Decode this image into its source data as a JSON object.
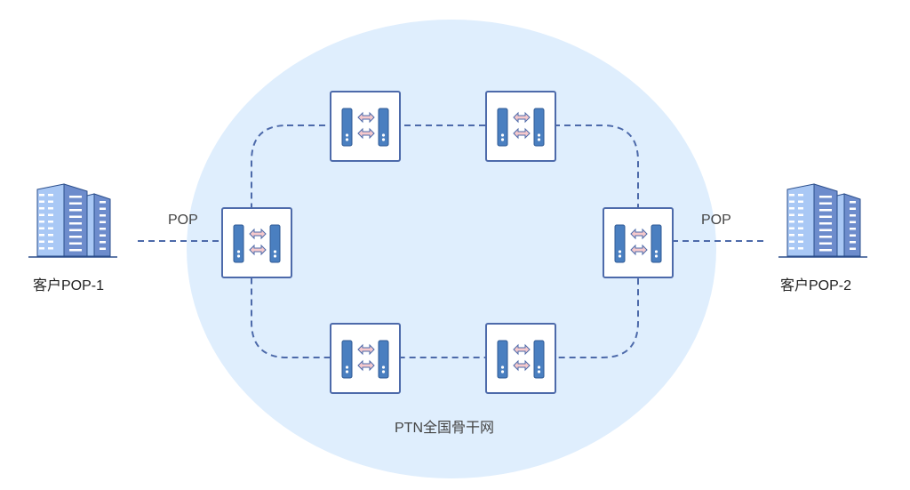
{
  "title": "PTN全国骨干网",
  "customers": [
    {
      "label": "客户POP-1",
      "link_label": "POP"
    },
    {
      "label": "客户POP-2",
      "link_label": "POP"
    }
  ],
  "nodes": [
    "top-left",
    "top-right",
    "left",
    "right",
    "bottom-left",
    "bottom-right"
  ],
  "icons": {
    "node": "ptn-switch-icon",
    "customer": "building-icon"
  },
  "colors": {
    "cloud": "#dfeefd",
    "line": "#4d6aaa",
    "device": "#4a7fc0",
    "arrow_fill": "#f6c9cc"
  }
}
